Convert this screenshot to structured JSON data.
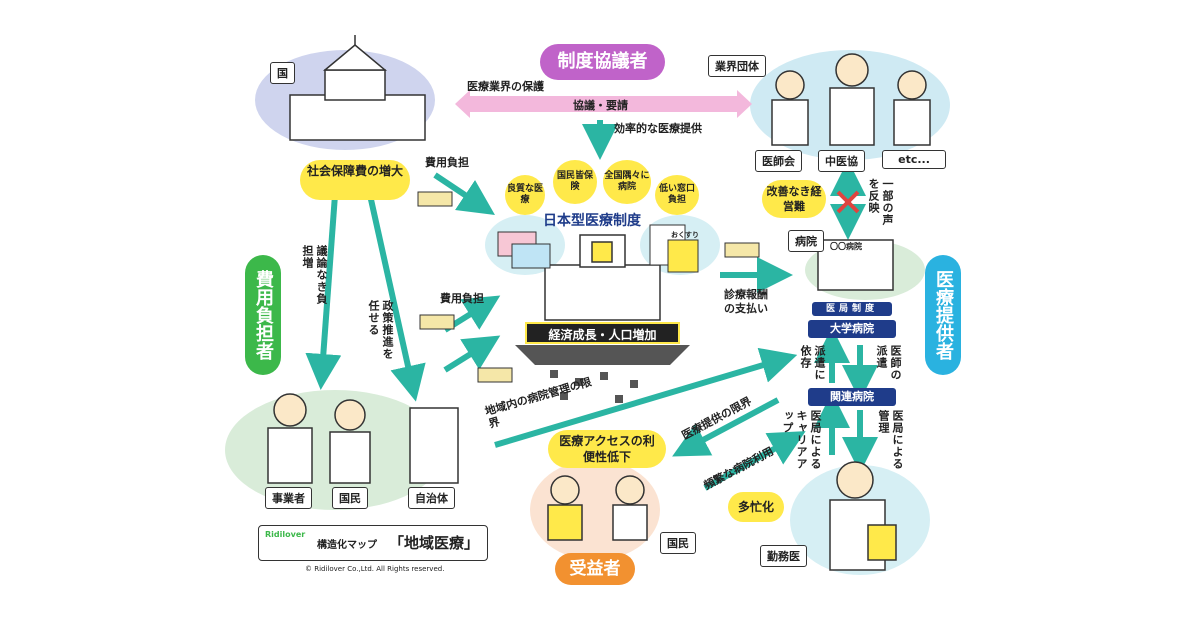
{
  "actors": {
    "country": "国",
    "industry": "業界団体",
    "council_title": "制度協議者",
    "payer_title": "費用負担者",
    "provider_title": "医療提供者",
    "beneficiary_title": "受益者"
  },
  "council": {
    "protect": "医療業界の保護",
    "negotiate": "協議・要請",
    "efficient": "効率的な医療提供"
  },
  "industry_groups": [
    "医師会",
    "中医協",
    "etc..."
  ],
  "social_cost": "社会保障費の増大",
  "cost_burden": "費用負担",
  "system_title": "日本型医療制度",
  "bubbles": [
    "良質な医療",
    "国民皆保険",
    "全国隅々に病院",
    "低い窓口負担"
  ],
  "foundation": "経済成長・人口増加",
  "hospital_label": "病院",
  "hospital_sign": "〇〇病院",
  "improve": "改善なき経営難",
  "voice": "一部の声を反映",
  "fee": "診療報酬の支払い",
  "ikyoku": "医局制度",
  "university": "大学病院",
  "related": "関連病院",
  "dispatch_left": "派遣に依存",
  "dispatch_right": "医師の派遣",
  "career": "医局によるキャリアアップ",
  "control": "医局による管理",
  "busy": "多忙化",
  "doctor": "勤務医",
  "no_discussion": "議論なき負担増",
  "leave_policy": "政策推進を任せる",
  "regional_limit": "地域内の病院管理の限界",
  "supply_limit": "医療提供の限界",
  "frequent": "頻繁な病院利用",
  "access_low": "医療アクセスの利便性低下",
  "payers": [
    "事業者",
    "国民",
    "自治体"
  ],
  "citizen": "国民",
  "brand_small": "構造化マップ",
  "brand_title": "「地域医療」",
  "brand_logo": "Ridilover",
  "copyright": "© Ridilover Co.,Ltd. All Rights reserved.",
  "card_label": "おくすり"
}
